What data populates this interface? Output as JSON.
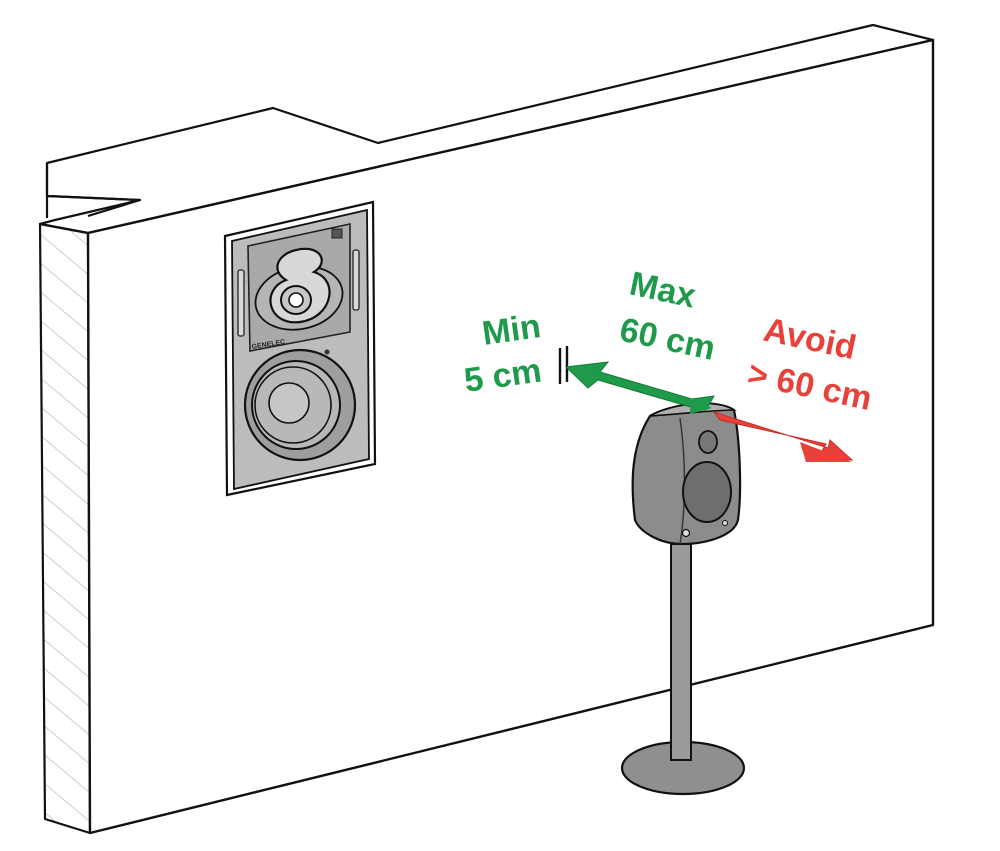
{
  "labels": {
    "min_line1": "Min",
    "min_line2": "5 cm",
    "max_line1": "Max",
    "max_line2": "60 cm",
    "avoid_line1": "Avoid",
    "avoid_line2": "> 60 cm"
  },
  "brand_text": "GENELEC",
  "colors": {
    "green": "#1e9a4a",
    "red": "#e8413a",
    "speaker_gray": "#8e8e8e",
    "outline": "#111111"
  },
  "icons": {
    "in_wall_speaker": "in-wall-speaker-icon",
    "stand_speaker": "speaker-on-stand-icon"
  }
}
